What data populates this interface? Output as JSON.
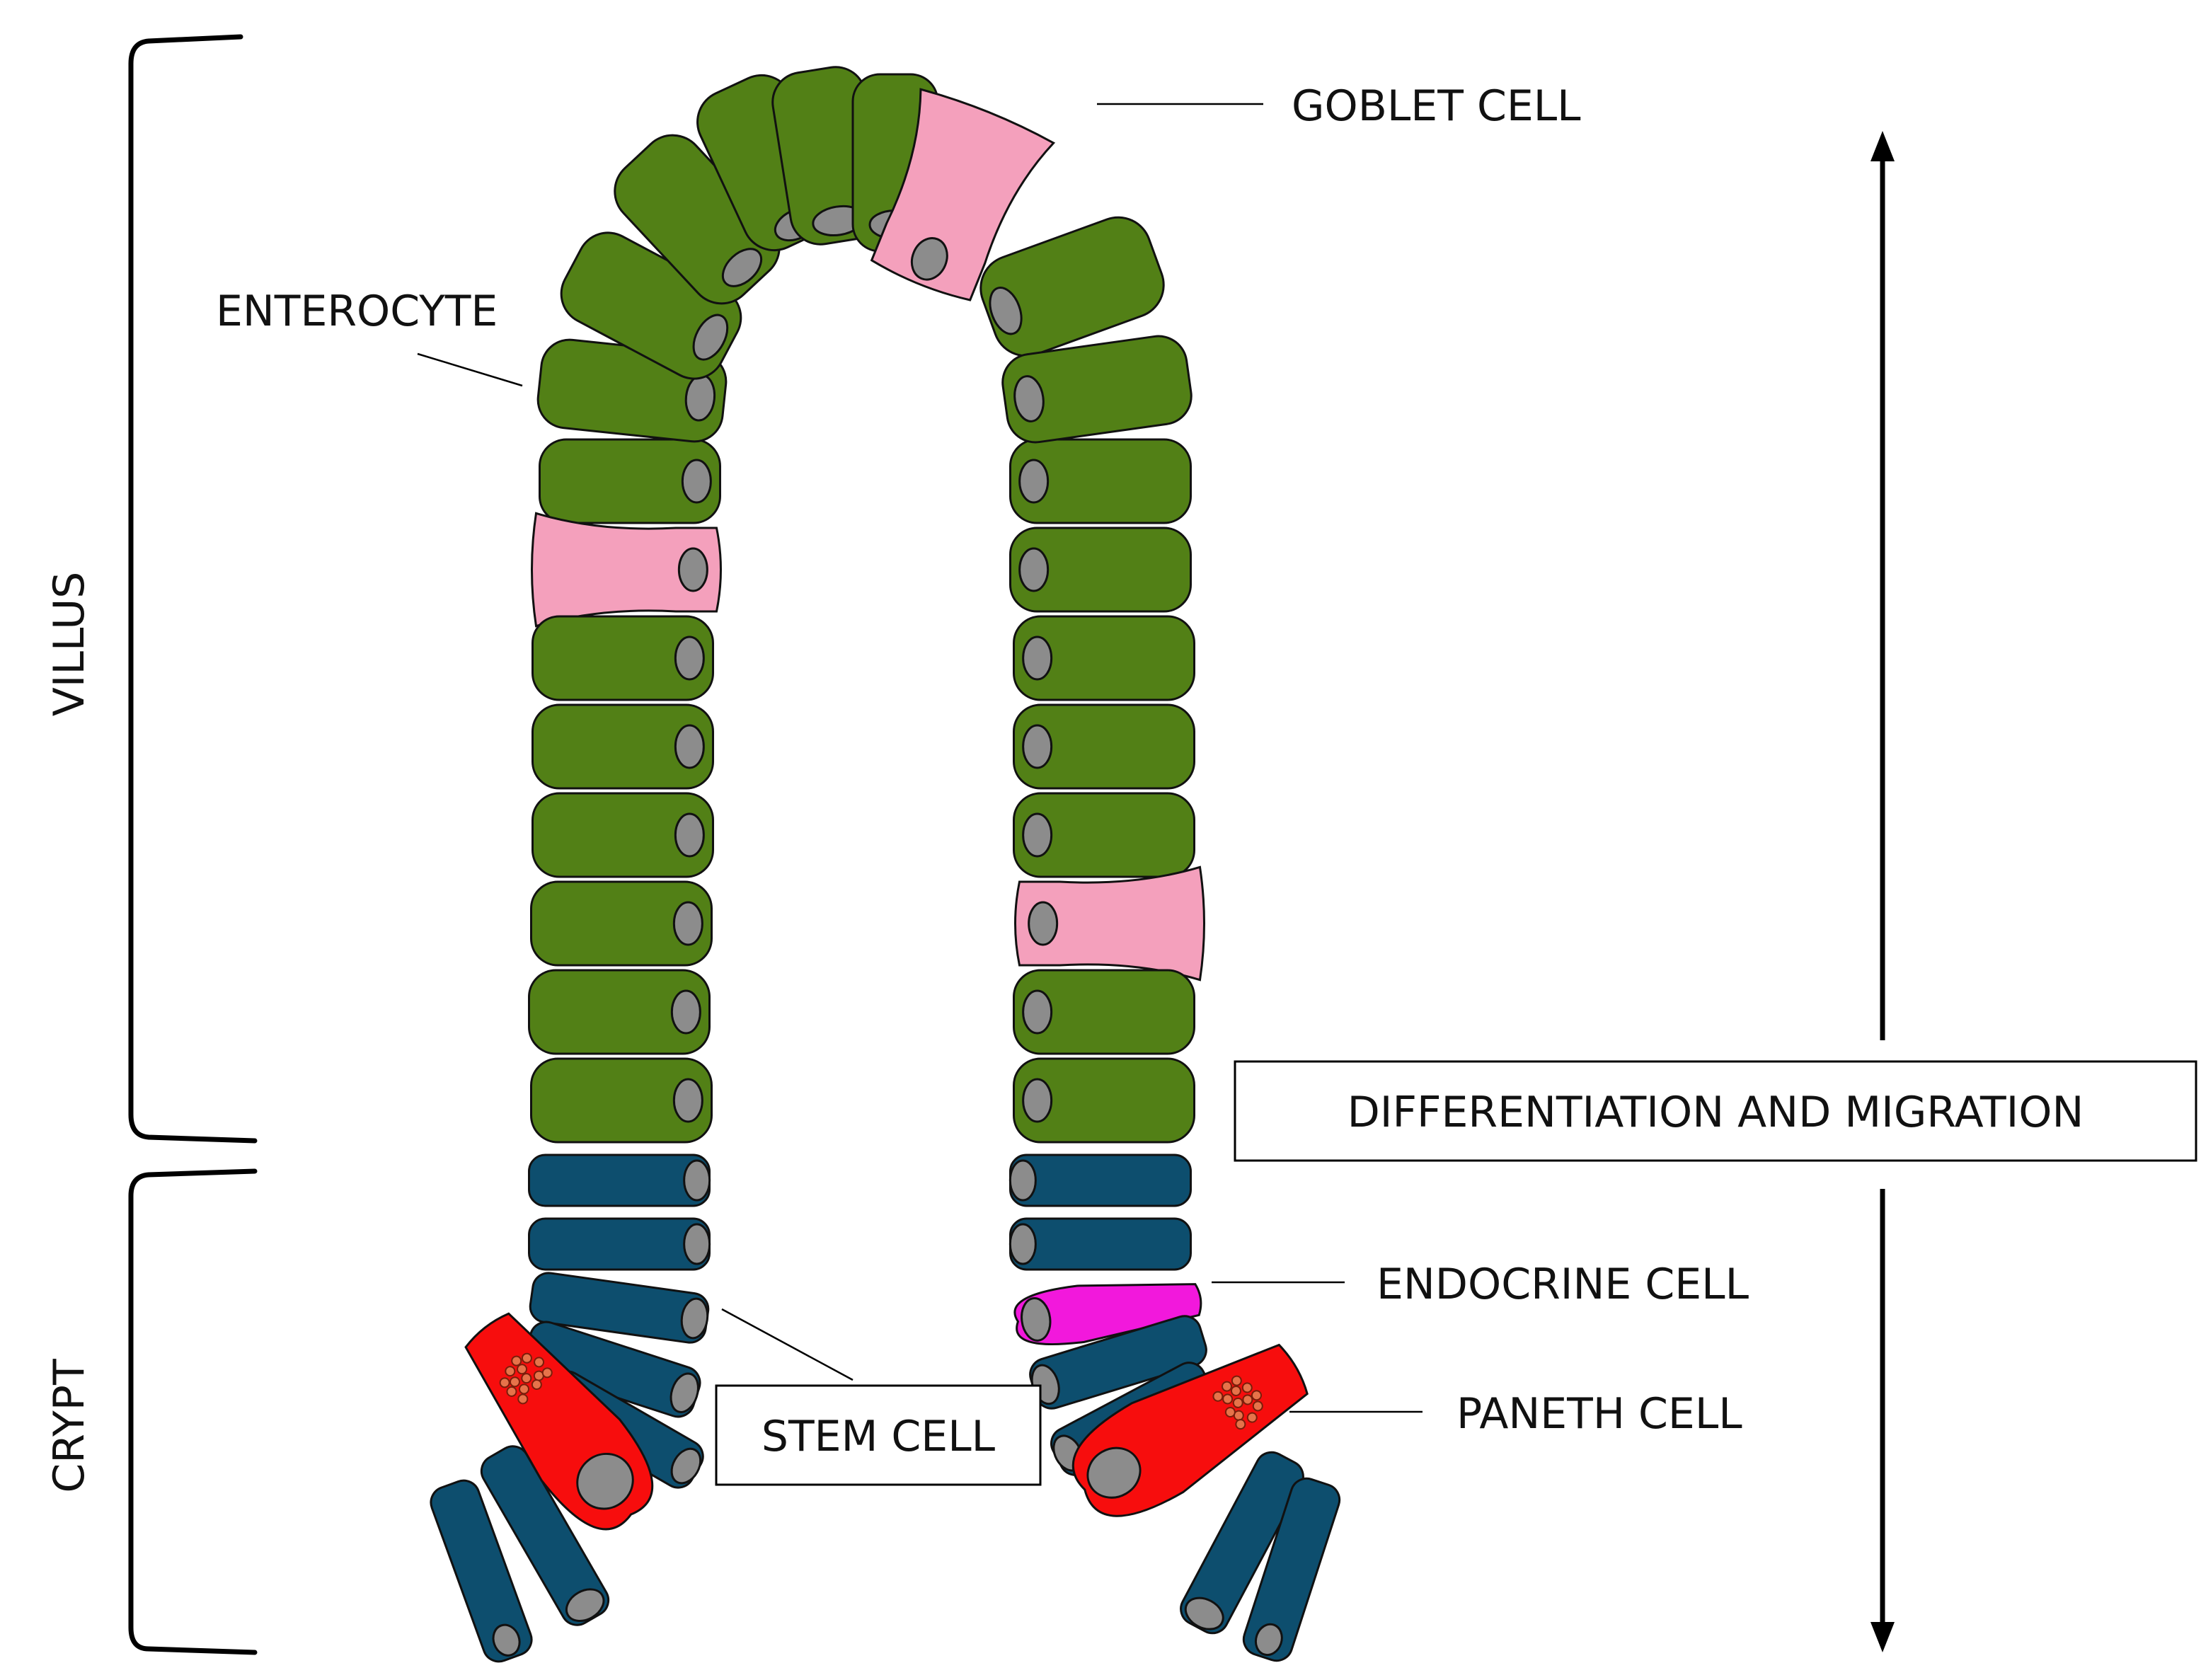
{
  "labels": {
    "goblet": "GOBLET CELL",
    "enterocyte": "ENTEROCYTE",
    "villus": "VILLUS",
    "crypt": "CRYPT",
    "differentiation": "DIFFERENTIATION  AND MIGRATION",
    "endocrine": "ENDOCRINE CELL",
    "paneth": "PANETH CELL",
    "stem": "STEM CELL"
  },
  "colors": {
    "enterocyte": "#528016",
    "goblet": "#f4a0bc",
    "crypt_cell": "#0d4e6e",
    "endocrine": "#f218dc",
    "paneth": "#f70d0d",
    "granule": "#e6734a",
    "nucleus": "#8c8c8c"
  },
  "icons": {
    "migration_arrow": "double-headed-vertical-arrow-icon"
  }
}
